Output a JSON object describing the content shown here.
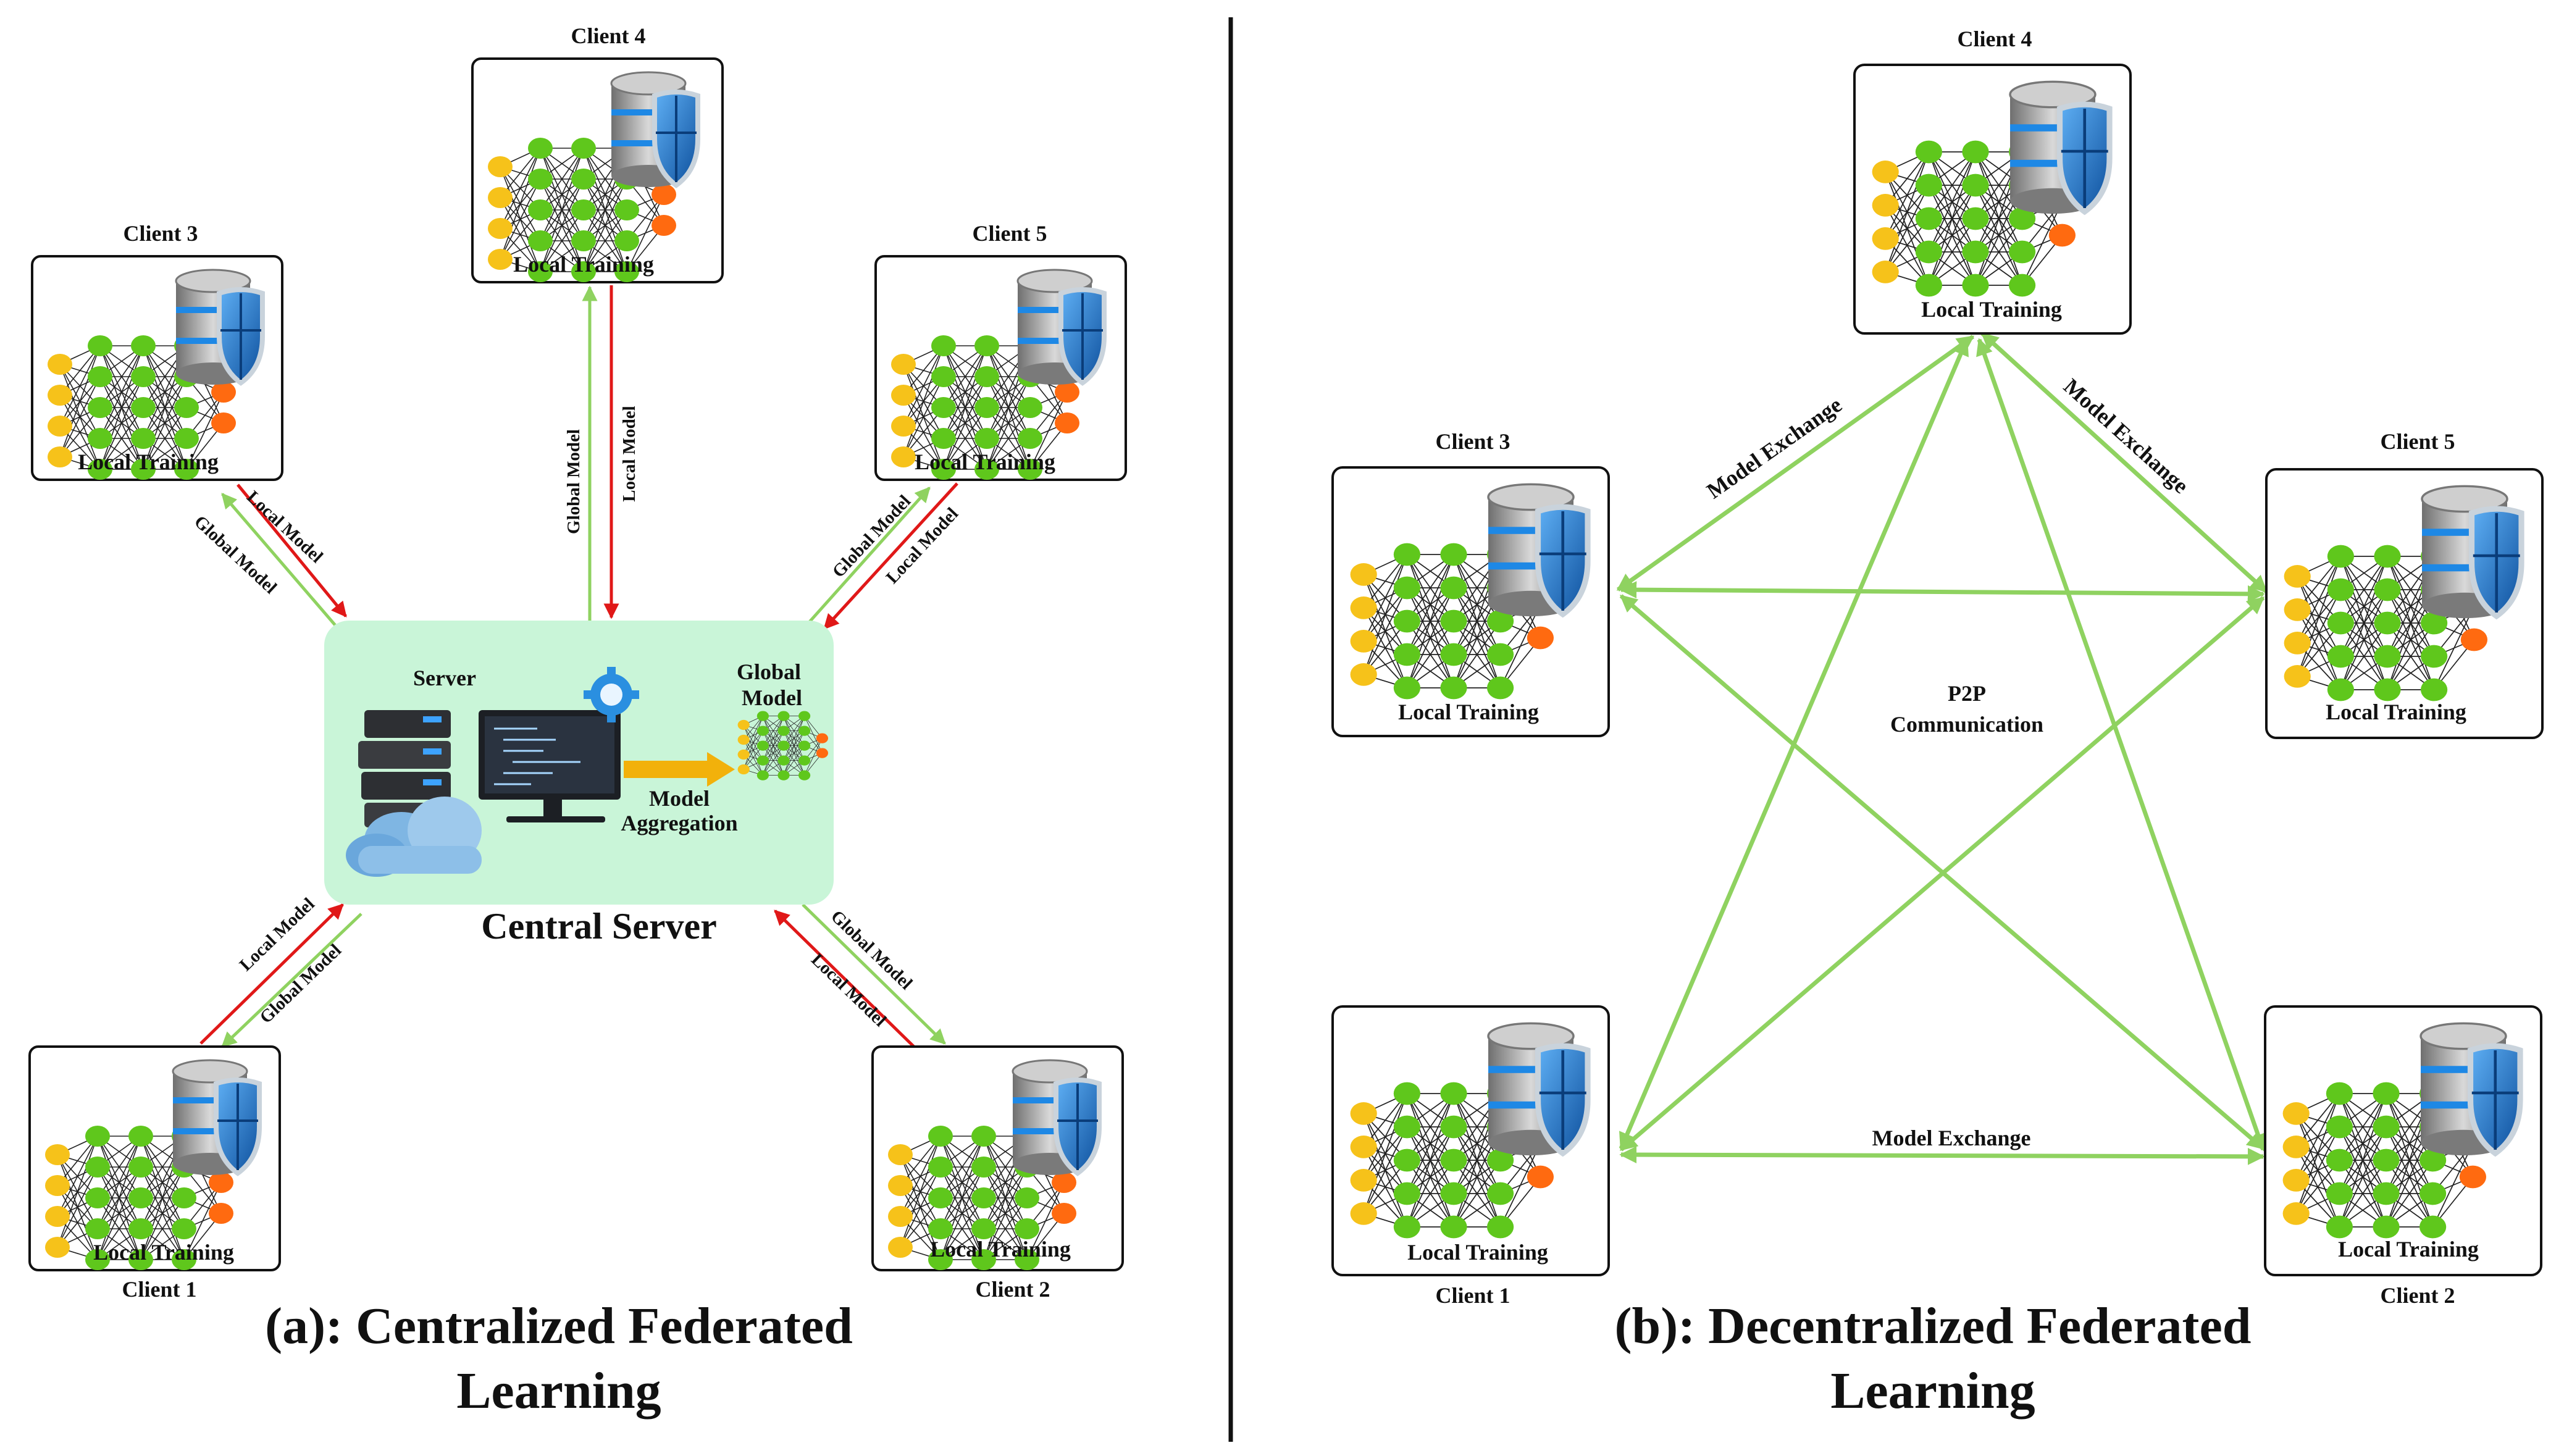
{
  "colors": {
    "global_arrow": "#8fd260",
    "local_arrow": "#e01818",
    "server_panel": "#c9f5d8",
    "neuron_input": "#f6c21a",
    "neuron_hidden": "#5fc71c",
    "neuron_output": "#ff6a10",
    "shield": "#1c6fc4",
    "database": "#8f8f8f"
  },
  "centralized": {
    "caption_line1": "(a): Centralized Federated",
    "caption_line2": "Learning",
    "server_panel": {
      "title": "Central Server",
      "server_label": "Server",
      "global_model_line1": "Global",
      "global_model_line2": "Model",
      "aggregation_line1": "Model",
      "aggregation_line2": "Aggregation"
    },
    "clients": [
      {
        "name": "Client 1",
        "training_label": "Local Training"
      },
      {
        "name": "Client 2",
        "training_label": "Local Training"
      },
      {
        "name": "Client 3",
        "training_label": "Local Training"
      },
      {
        "name": "Client 4",
        "training_label": "Local Training"
      },
      {
        "name": "Client 5",
        "training_label": "Local Training"
      }
    ],
    "arrow_labels": {
      "global_model": "Global Model",
      "local_model": "Local Model"
    }
  },
  "decentralized": {
    "caption_line1": "(b): Decentralized Federated",
    "caption_line2": "Learning",
    "center_line1": "P2P",
    "center_line2": "Communication",
    "exchange_label": "Model Exchange",
    "clients": [
      {
        "name": "Client 1",
        "training_label": "Local Training"
      },
      {
        "name": "Client 2",
        "training_label": "Local Training"
      },
      {
        "name": "Client 3",
        "training_label": "Local Training"
      },
      {
        "name": "Client 4",
        "training_label": "Local Training"
      },
      {
        "name": "Client 5",
        "training_label": "Local Training"
      }
    ]
  }
}
